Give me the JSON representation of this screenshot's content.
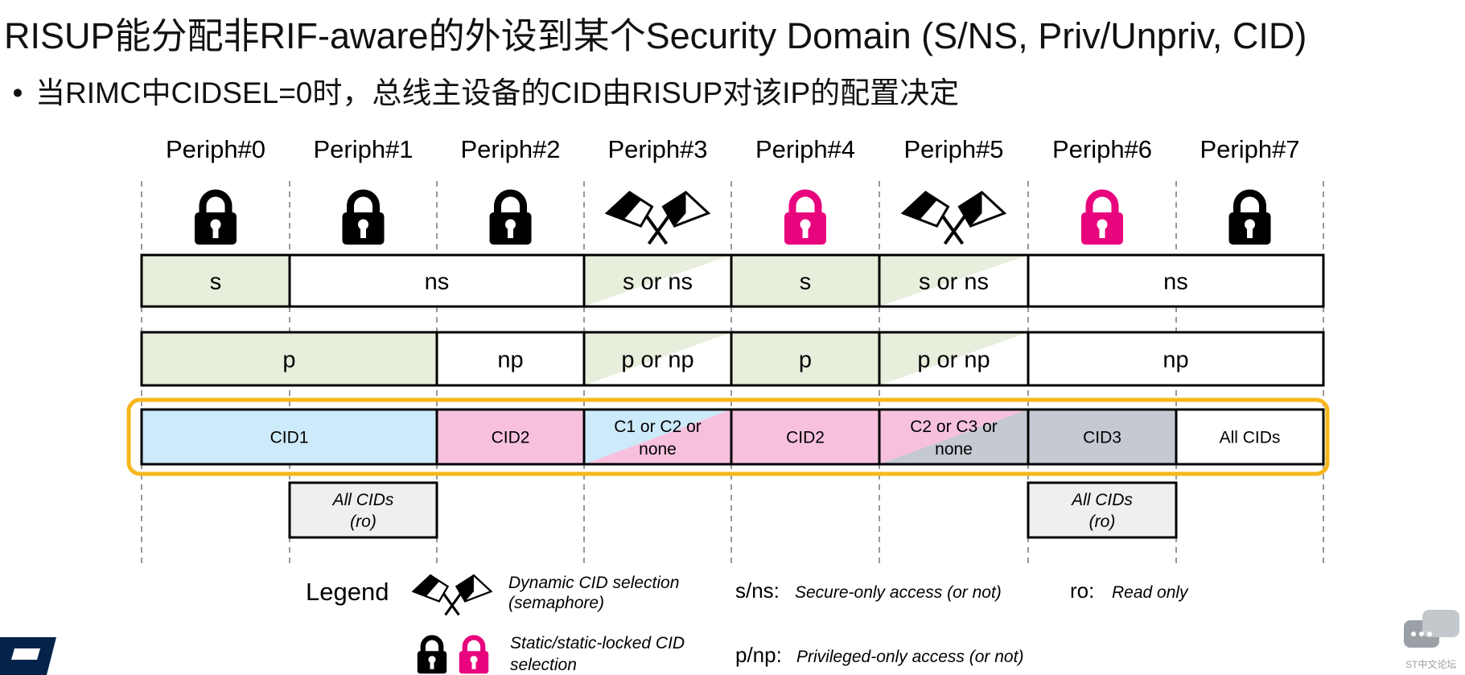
{
  "title": "RISUP能分配非RIF-aware的外设到某个Security Domain (S/NS, Priv/Unpriv, CID)",
  "subtitle": "当RIMC中CIDSEL=0时，总线主设备的CID由RISUP对该IP的配置决定",
  "colors": {
    "green": "#e8eedc",
    "pink": "#f7c1de",
    "blue": "#cdeafa",
    "gray": "#c5c9d1",
    "lightgray": "#efefef",
    "magenta": "#e8047d",
    "orange": "#f6b71c"
  },
  "peripherals": [
    {
      "label": "Periph#0",
      "icon": "lock-black-icon"
    },
    {
      "label": "Periph#1",
      "icon": "lock-black-icon"
    },
    {
      "label": "Periph#2",
      "icon": "lock-black-icon"
    },
    {
      "label": "Periph#3",
      "icon": "crossed-flags-icon"
    },
    {
      "label": "Periph#4",
      "icon": "lock-magenta-icon"
    },
    {
      "label": "Periph#5",
      "icon": "crossed-flags-icon"
    },
    {
      "label": "Periph#6",
      "icon": "lock-magenta-icon"
    },
    {
      "label": "Periph#7",
      "icon": "lock-black-icon"
    }
  ],
  "rows": {
    "security": [
      {
        "label": "s",
        "fill": "green",
        "start": 0,
        "span": 1
      },
      {
        "label": "ns",
        "fill": "white",
        "start": 1,
        "span": 2
      },
      {
        "label": "s or ns",
        "fill": "diag-green",
        "start": 3,
        "span": 1
      },
      {
        "label": "s",
        "fill": "green",
        "start": 4,
        "span": 1
      },
      {
        "label": "s or ns",
        "fill": "diag-green",
        "start": 5,
        "span": 1
      },
      {
        "label": "ns",
        "fill": "white",
        "start": 6,
        "span": 2
      }
    ],
    "privilege": [
      {
        "label": "p",
        "fill": "green",
        "start": 0,
        "span": 2
      },
      {
        "label": "np",
        "fill": "white",
        "start": 2,
        "span": 1
      },
      {
        "label": "p or np",
        "fill": "diag-green",
        "start": 3,
        "span": 1
      },
      {
        "label": "p",
        "fill": "green",
        "start": 4,
        "span": 1
      },
      {
        "label": "p or np",
        "fill": "diag-green",
        "start": 5,
        "span": 1
      },
      {
        "label": "np",
        "fill": "white",
        "start": 6,
        "span": 2
      }
    ],
    "cid": [
      {
        "label": "CID1",
        "fill": "blue",
        "start": 0,
        "span": 2
      },
      {
        "label": "CID2",
        "fill": "pink",
        "start": 2,
        "span": 1
      },
      {
        "label": "C1 or C2 or",
        "label2": "none",
        "fill": "diag-blue-pink",
        "start": 3,
        "span": 1
      },
      {
        "label": "CID2",
        "fill": "pink",
        "start": 4,
        "span": 1
      },
      {
        "label": "C2 or C3 or",
        "label2": "none",
        "fill": "diag-pink-gray",
        "start": 5,
        "span": 1
      },
      {
        "label": "CID3",
        "fill": "gray",
        "start": 6,
        "span": 1
      },
      {
        "label": "All CIDs",
        "fill": "white",
        "start": 7,
        "span": 1
      }
    ]
  },
  "ro_boxes": [
    {
      "label": "All CIDs",
      "label2": "(ro)",
      "column": 1
    },
    {
      "label": "All CIDs",
      "label2": "(ro)",
      "column": 6
    }
  ],
  "legend": {
    "title": "Legend",
    "dynamic_label": "Dynamic CID selection",
    "dynamic_label2": "(semaphore)",
    "static_label": "Static/static-locked CID",
    "static_label2": "selection",
    "sns_key": "s/ns:",
    "sns_desc": "Secure-only access (or not)",
    "pnp_key": "p/np:",
    "pnp_desc": "Privileged-only access (or not)",
    "ro_key": "ro:",
    "ro_desc": "Read only"
  },
  "watermark": "ST中文论坛"
}
